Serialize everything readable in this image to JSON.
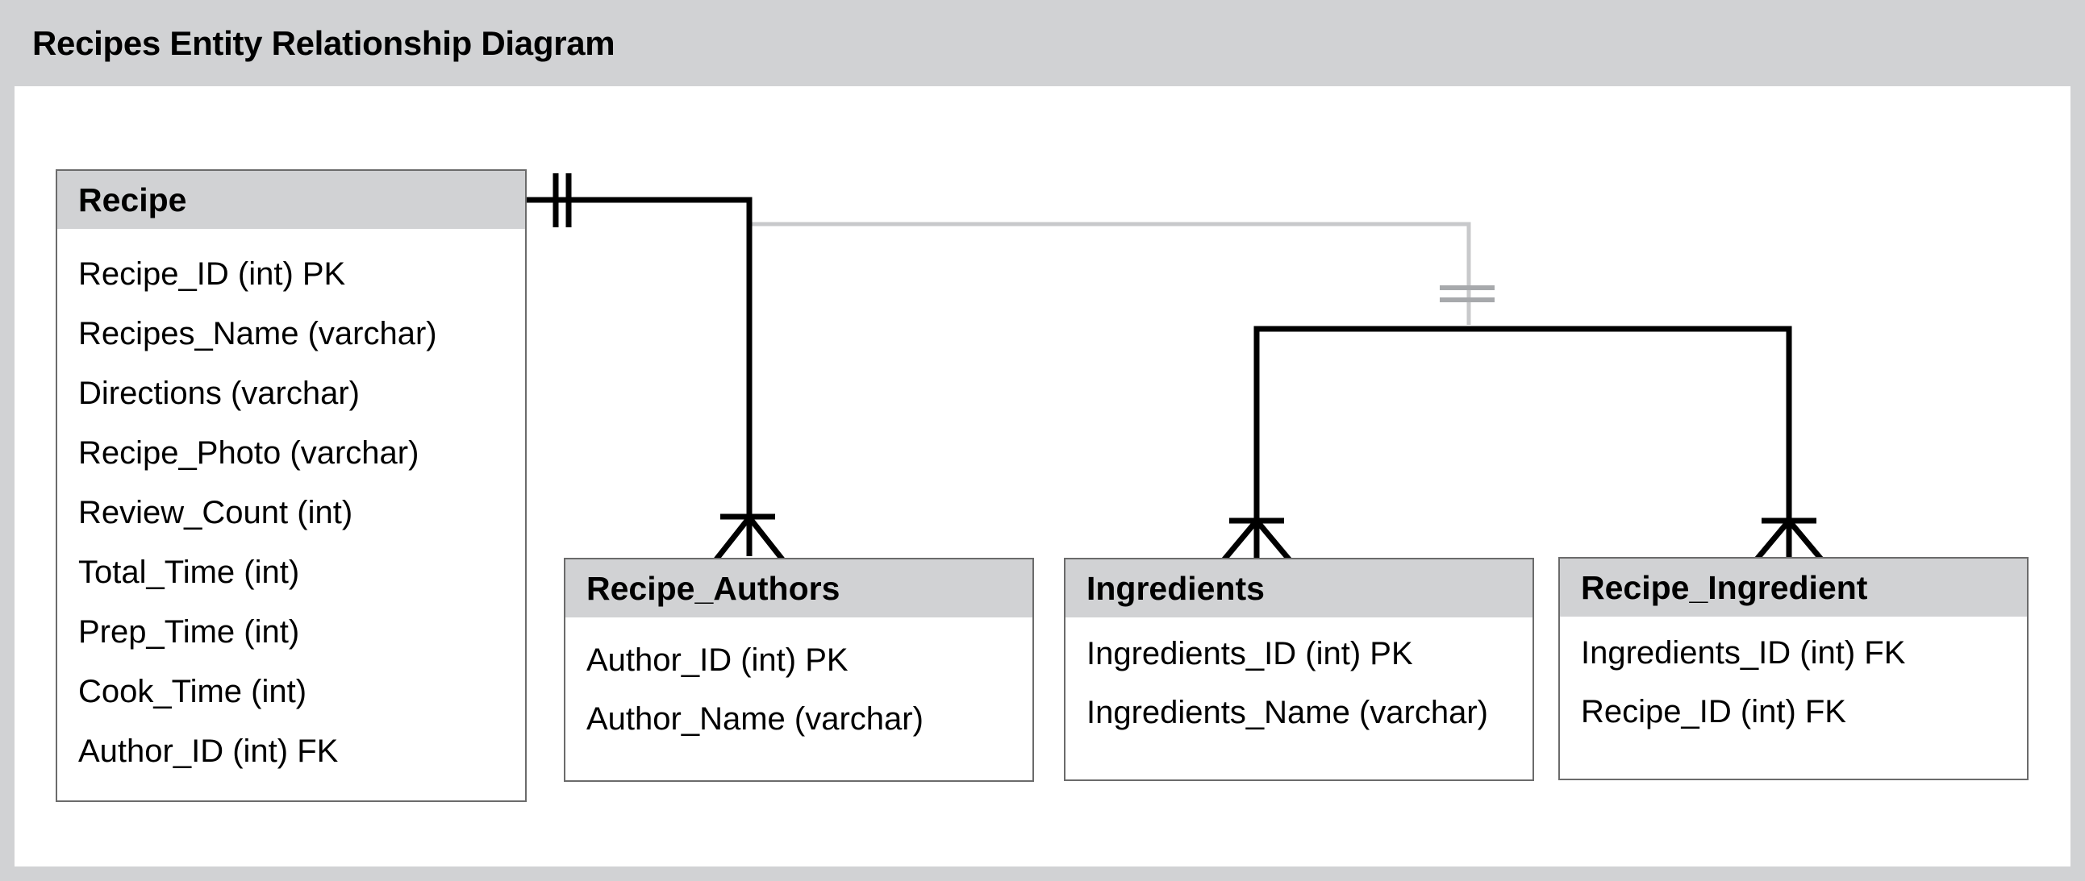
{
  "title": "Recipes Entity Relationship Diagram",
  "entities": [
    {
      "name": "Recipe",
      "attributes": [
        "Recipe_ID (int) PK",
        "Recipes_Name (varchar)",
        "Directions (varchar)",
        "Recipe_Photo (varchar)",
        "Review_Count (int)",
        "Total_Time (int)",
        "Prep_Time (int)",
        "Cook_Time (int)",
        "Author_ID (int) FK"
      ]
    },
    {
      "name": "Recipe_Authors",
      "attributes": [
        "Author_ID (int) PK",
        "Author_Name (varchar)"
      ]
    },
    {
      "name": "Ingredients",
      "attributes": [
        "Ingredients_ID (int) PK",
        "Ingredients_Name (varchar)"
      ]
    },
    {
      "name": "Recipe_Ingredient",
      "attributes": [
        "Ingredients_ID (int) FK",
        "Recipe_ID (int) FK"
      ]
    }
  ],
  "relationships": [
    {
      "from": "Recipe",
      "to": "Recipe_Authors",
      "from_cardinality": "one-and-only-one",
      "to_cardinality": "one-or-many"
    },
    {
      "from": "Recipe",
      "to": "Ingredients",
      "from_cardinality": "one-and-only-one",
      "to_cardinality": "one-or-many"
    },
    {
      "from": "Recipe",
      "to": "Recipe_Ingredient",
      "from_cardinality": "one-and-only-one",
      "to_cardinality": "one-or-many"
    }
  ],
  "colors": {
    "background": "#d1d2d4",
    "canvas": "#ffffff",
    "header_fill": "#d1d2d4",
    "line_primary": "#000000",
    "line_secondary": "#c8c9cb",
    "marker_secondary": "#a7a9ac",
    "border": "#6b6b6b"
  }
}
